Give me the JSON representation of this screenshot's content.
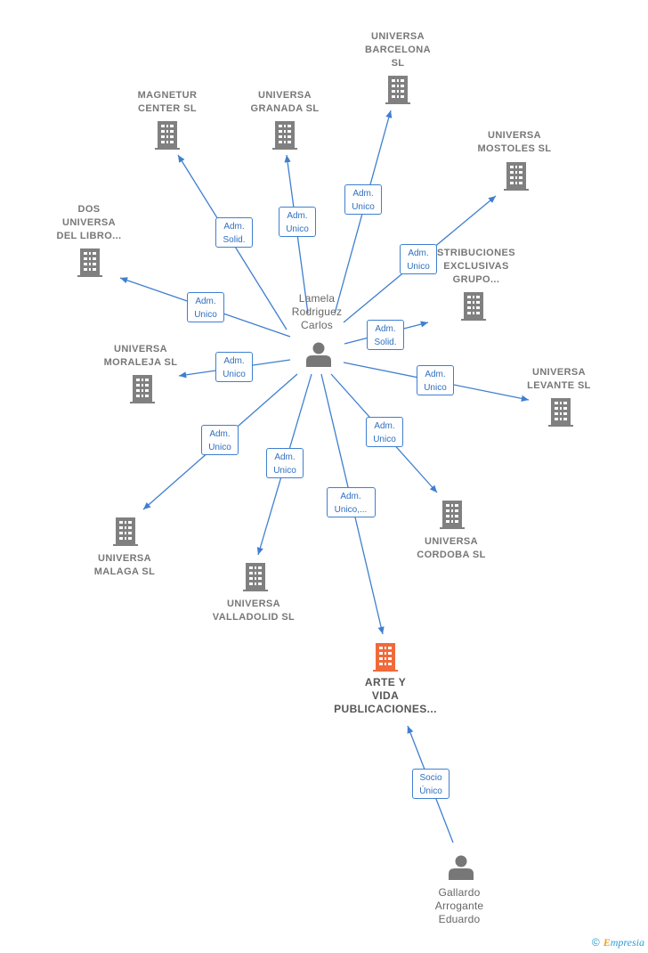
{
  "colors": {
    "edge": "#3f7fcf",
    "company": "#808080",
    "highlight_company": "#f06a3a",
    "person": "#777777"
  },
  "center_person": {
    "id": "lamela",
    "name": "Lamela\nRodriguez\nCarlos",
    "icon": "person-icon"
  },
  "highlight_company": {
    "id": "arte",
    "name": "ARTE Y\nVIDA\nPUBLICACIONES...",
    "icon": "building-icon"
  },
  "companies": [
    {
      "id": "barcelona",
      "name": "UNIVERSA\nBARCELONA\nSL",
      "icon": "building-icon"
    },
    {
      "id": "magnetur",
      "name": "MAGNETUR\nCENTER SL",
      "icon": "building-icon"
    },
    {
      "id": "granada",
      "name": "UNIVERSA\nGRANADA  SL",
      "icon": "building-icon"
    },
    {
      "id": "mostoles",
      "name": "UNIVERSA\nMOSTOLES  SL",
      "icon": "building-icon"
    },
    {
      "id": "dosuniversa",
      "name": "DOS\nUNIVERSA\nDEL LIBRO...",
      "icon": "building-icon"
    },
    {
      "id": "distribuciones",
      "name": "STRIBUCIONES\nEXCLUSIVAS\nGRUPO...",
      "icon": "building-icon"
    },
    {
      "id": "moraleja",
      "name": "UNIVERSA\nMORALEJA  SL",
      "icon": "building-icon"
    },
    {
      "id": "levante",
      "name": "UNIVERSA\nLEVANTE SL",
      "icon": "building-icon"
    },
    {
      "id": "malaga",
      "name": "UNIVERSA\nMALAGA SL",
      "icon": "building-icon"
    },
    {
      "id": "valladolid",
      "name": "UNIVERSA\nVALLADOLID SL",
      "icon": "building-icon"
    },
    {
      "id": "cordoba",
      "name": "UNIVERSA\nCORDOBA  SL",
      "icon": "building-icon"
    }
  ],
  "other_persons": [
    {
      "id": "gallardo",
      "name": "Gallardo\nArrogante\nEduardo",
      "icon": "person-icon"
    }
  ],
  "edges": [
    {
      "from": "lamela",
      "to": "barcelona",
      "label": "Adm.\nUnico"
    },
    {
      "from": "lamela",
      "to": "magnetur",
      "label": "Adm.\nSolid."
    },
    {
      "from": "lamela",
      "to": "granada",
      "label": "Adm.\nUnico"
    },
    {
      "from": "lamela",
      "to": "mostoles",
      "label": "Adm.\nUnico"
    },
    {
      "from": "lamela",
      "to": "dosuniversa",
      "label": "Adm.\nUnico"
    },
    {
      "from": "lamela",
      "to": "distribuciones",
      "label": "Adm.\nSolid."
    },
    {
      "from": "lamela",
      "to": "moraleja",
      "label": "Adm.\nUnico"
    },
    {
      "from": "lamela",
      "to": "levante",
      "label": "Adm.\nUnico"
    },
    {
      "from": "lamela",
      "to": "malaga",
      "label": "Adm.\nUnico"
    },
    {
      "from": "lamela",
      "to": "valladolid",
      "label": "Adm.\nUnico"
    },
    {
      "from": "lamela",
      "to": "cordoba",
      "label": "Adm.\nUnico"
    },
    {
      "from": "lamela",
      "to": "arte",
      "label": "Adm.\nUnico,..."
    },
    {
      "from": "gallardo",
      "to": "arte",
      "label": "Socio\nÚnico"
    }
  ],
  "watermark": {
    "copyright": "©",
    "brand_initial": "E",
    "brand_rest": "mpresia"
  }
}
